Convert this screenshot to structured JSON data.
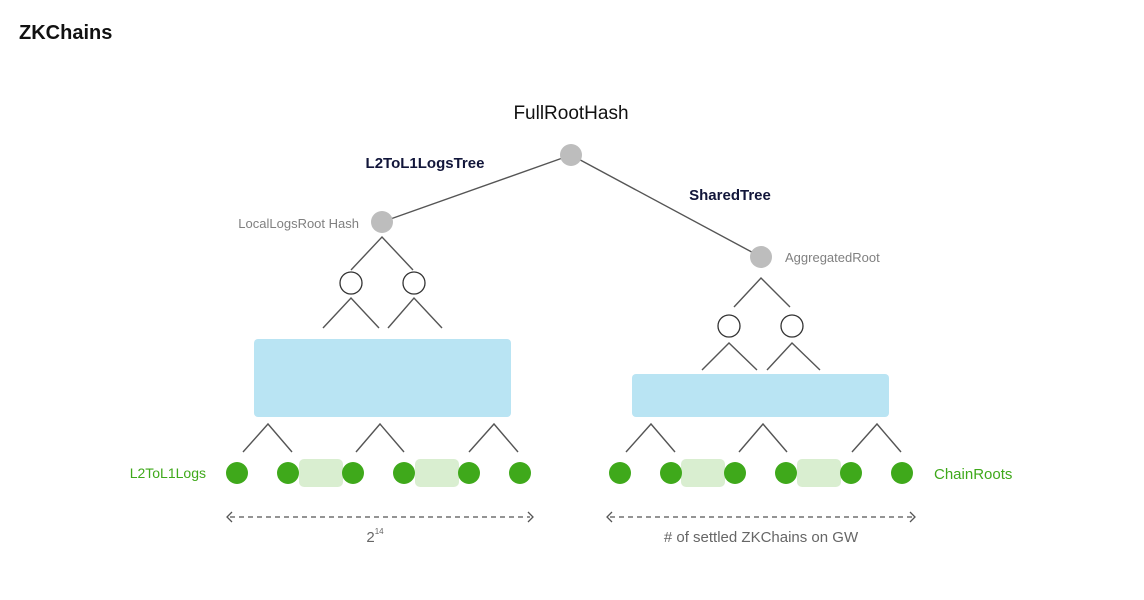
{
  "title": "ZKChains",
  "labels": {
    "root": "FullRootHash",
    "left_tree": "L2ToL1LogsTree",
    "right_tree": "SharedTree",
    "left_root": "LocalLogsRoot Hash",
    "right_root": "AggregatedRoot",
    "left_leaves": "L2ToL1Logs",
    "right_leaves": "ChainRoots",
    "left_range_base": "2",
    "left_range_exp": "14",
    "right_range": "# of settled ZKChains on GW"
  },
  "colors": {
    "hash_node": "#bdbdbd",
    "leaf": "#3fa91b",
    "leaf_label": "#3fa91b",
    "block": "#b9e4f3",
    "leaf_gap": "#d9eed0",
    "tree_label": "#12163a",
    "muted_label": "#808080",
    "line": "#555555"
  },
  "icons": {
    "range_arrow": "double-arrow-icon"
  }
}
